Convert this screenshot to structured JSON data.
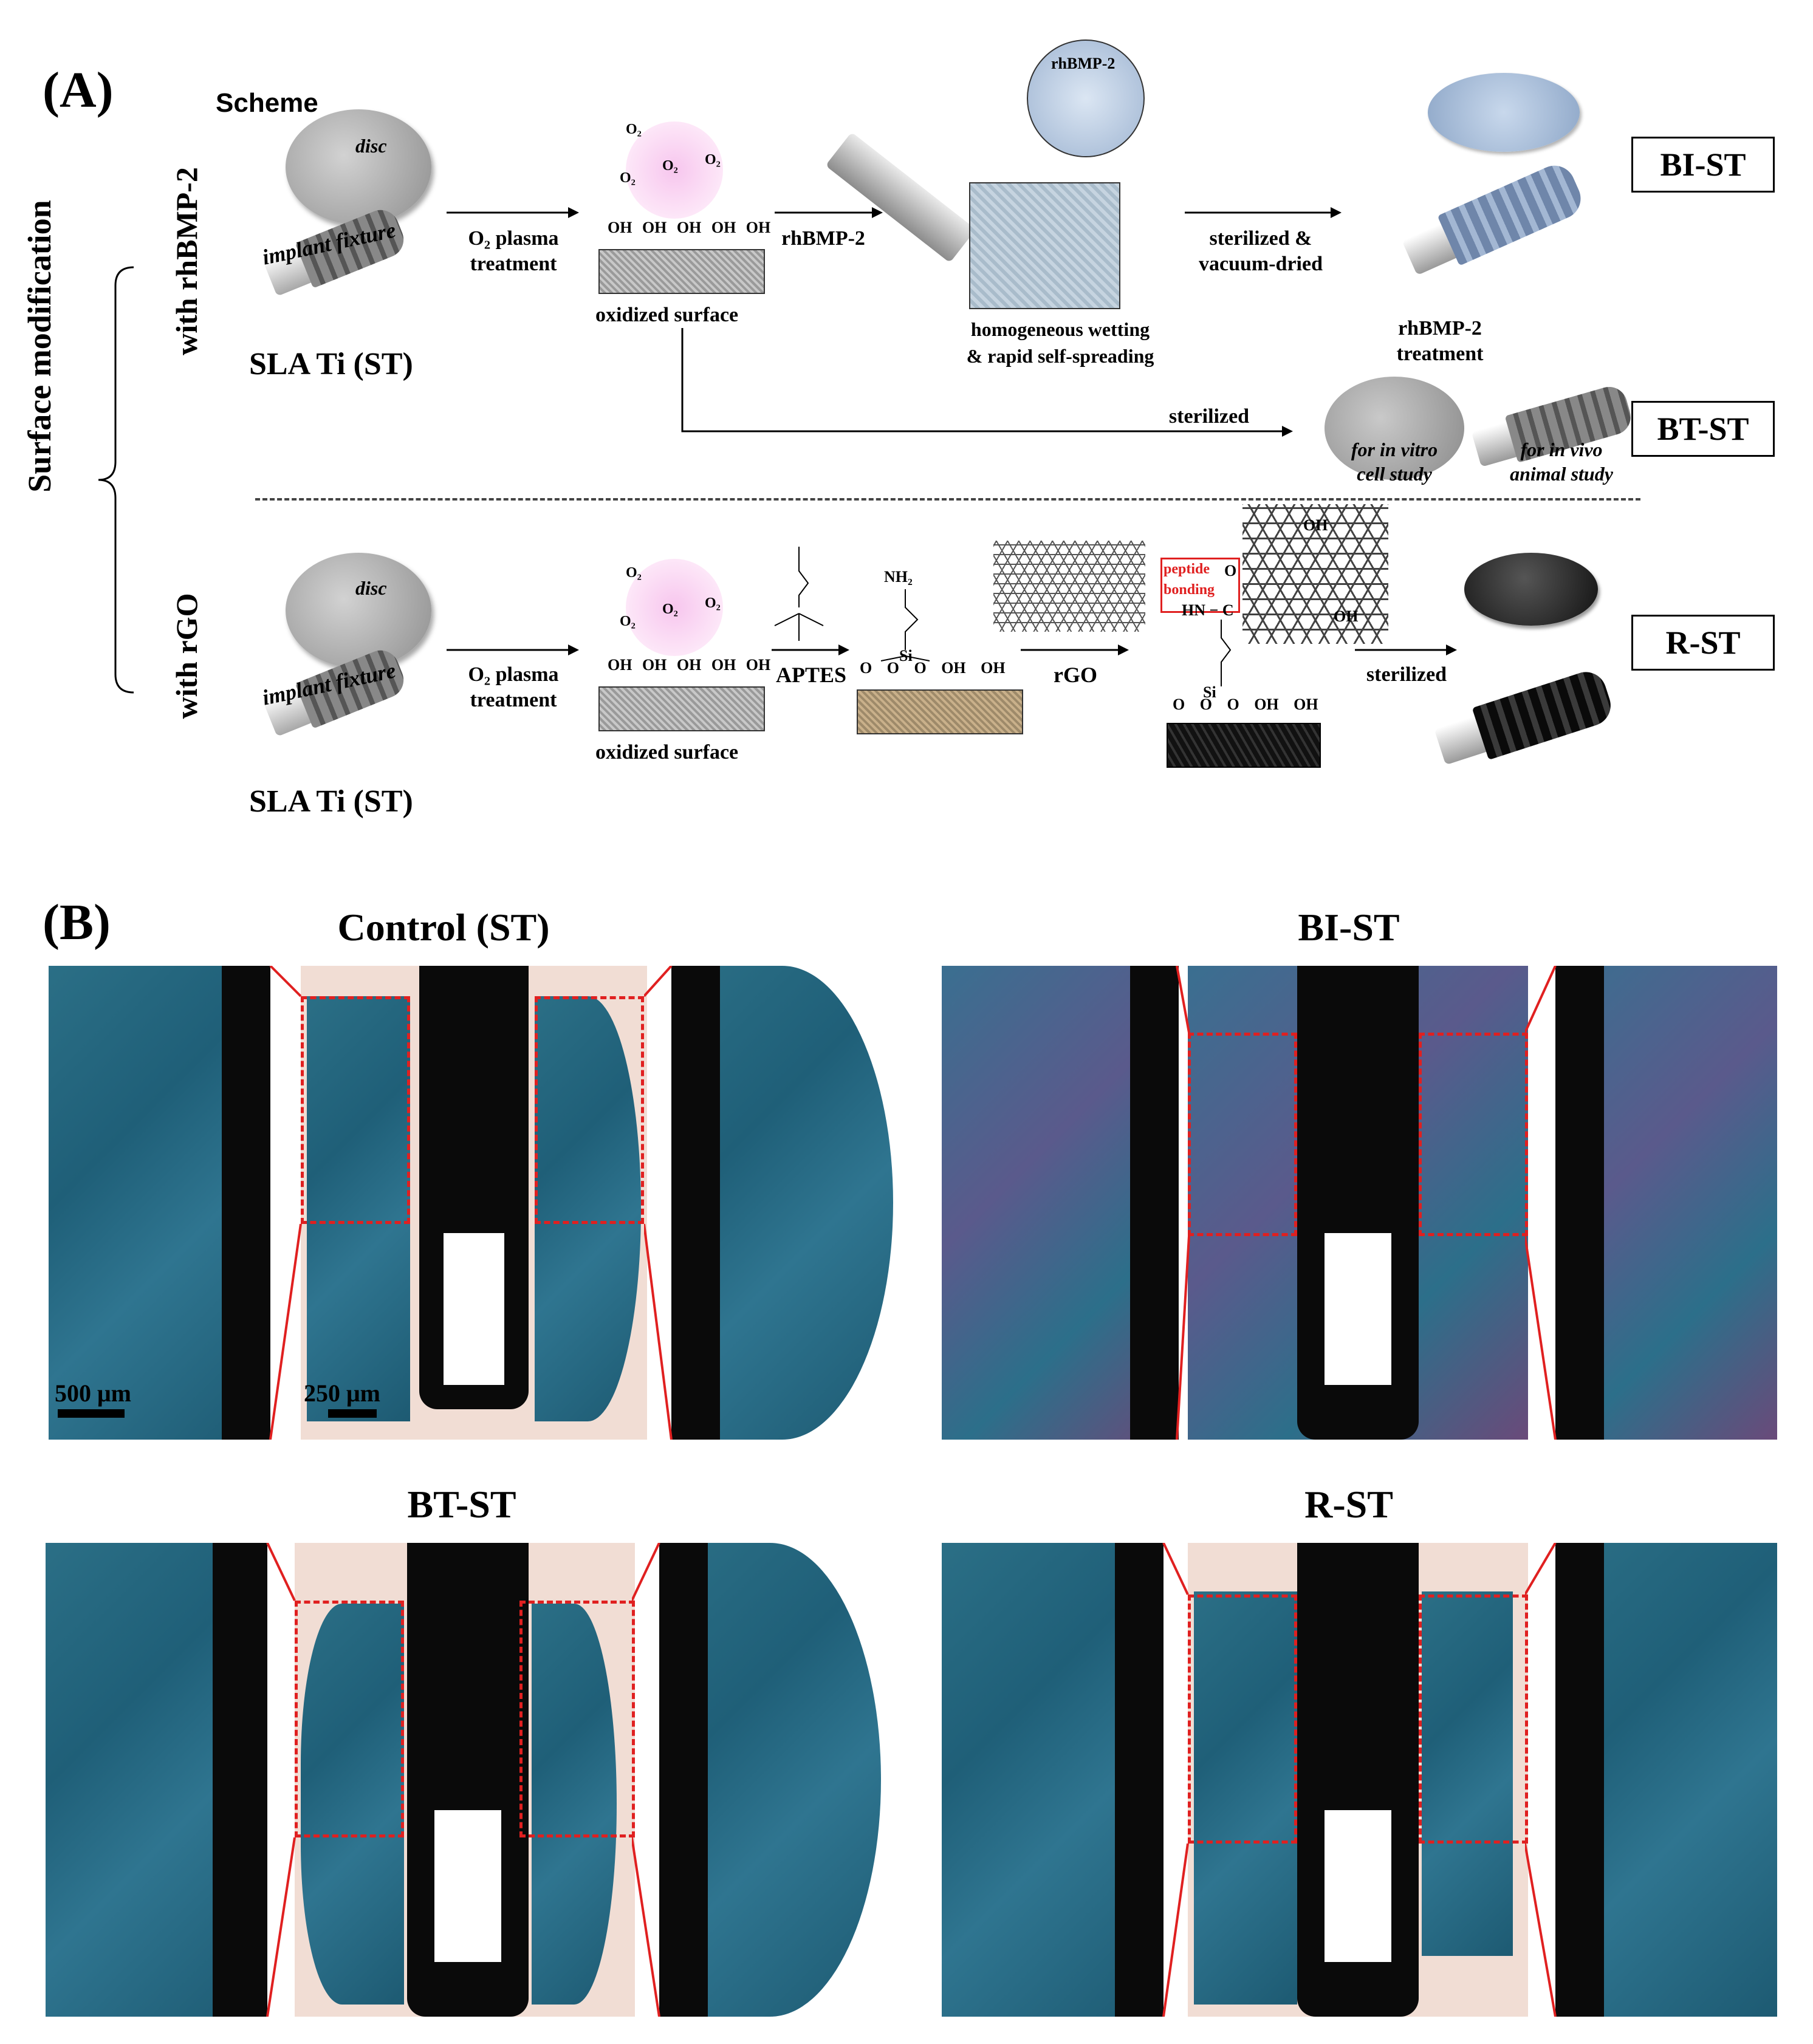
{
  "panel_a": {
    "label": "(A)",
    "scheme": "Scheme",
    "side_label": "Surface modification",
    "row1_label": "with rhBMP-2",
    "row2_label": "with rGO",
    "disc": "disc",
    "implant_fixture": "implant fixture",
    "sla_ti": "SLA Ti (ST)",
    "o2_plasma_line1": "O₂ plasma",
    "o2_plasma_line2": "treatment",
    "oh_groups": "OH OH OH OH OH",
    "oxidized_surface": "oxidized surface",
    "o2": "O₂",
    "rhbmp2_arrow": "rhBMP-2",
    "rhbmp2_bubble": "rhBMP-2",
    "wetting_line1": "homogeneous wetting",
    "wetting_line2": "& rapid self-spreading",
    "sterilized_vacuum_line1": "sterilized &",
    "sterilized_vacuum_line2": "vacuum-dried",
    "sterilized": "sterilized",
    "rhbmp2_treatment_line1": "rhBMP-2",
    "rhbmp2_treatment_line2": "treatment",
    "in_vitro_line1": "for in vitro",
    "in_vitro_line2": "cell study",
    "in_vivo_line1": "for in vivo",
    "in_vivo_line2": "animal study",
    "bi_st": "BI-ST",
    "bt_st": "BT-ST",
    "r_st": "R-ST",
    "aptes": "APTES",
    "nh2": "NH₂",
    "si": "Si",
    "rgo": "rGO",
    "peptide_line1": "peptide",
    "peptide_line2": "bonding",
    "hn_c": "HN − C",
    "oh": "OH",
    "oh_pair": "OH OH",
    "o": "O"
  },
  "panel_b": {
    "label": "(B)",
    "titles": [
      "Control (ST)",
      "BI-ST",
      "BT-ST",
      "R-ST"
    ],
    "scale_500": "500 μm",
    "scale_250": "250 μm"
  },
  "colors": {
    "bone": "#2b6f86",
    "dash": "#e02020",
    "implant": "#0a0a0a",
    "red_text": "#e02020"
  }
}
